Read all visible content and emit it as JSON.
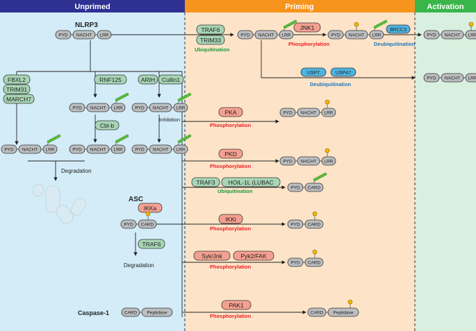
{
  "headers": {
    "unprimed": "Unprimed",
    "priming": "Priming",
    "activation": "Activation"
  },
  "colors": {
    "header_blue": "#2e3192",
    "header_orange": "#f7941d",
    "header_green": "#39b54a",
    "panel_blue": "#d3ecf8",
    "panel_orange": "#fde4c8",
    "panel_green": "#d9efdf",
    "green_pill": "#a8d5b5",
    "red_pill": "#f4a090",
    "blue_pill": "#4fb3e0",
    "domain_gray": "#bcbec0",
    "phos_red": "#ed1c24",
    "ubi_green": "#1a9a3a",
    "deubi_blue": "#1b75bc",
    "phosphate_gold": "#f7b500",
    "ubiquitin_green": "#5ec43d"
  },
  "labels": {
    "nlrp3": "NLRP3",
    "asc": "ASC",
    "caspase1": "Caspase-1",
    "pyd": "PYD",
    "nacht": "NACHT",
    "lrr": "LRR",
    "card": "CARD",
    "peptidase": "Peptidase",
    "degradation": "Degradation",
    "inhibition": "Inhibition",
    "ubiquitination": "Ubiquitination",
    "phosphorylation": "Phosphorylation",
    "deubiquitination": "Deubiquitination"
  },
  "regulators": {
    "fbxl2": "FBXL2",
    "trim31": "TRIM31",
    "march7": "MARCH7",
    "rnf125": "RNF125",
    "cblb": "Cbl-b",
    "arih": "ARIH",
    "cullin1": "Cullin1",
    "traf6": "TRAF6",
    "trim33": "TRIM33",
    "jnk1": "JNK1",
    "brcc3": "BRCC3",
    "usp7": "USP7",
    "usp47": "USP47",
    "pka": "PKA",
    "pkd": "PKD",
    "traf3": "TRAF3",
    "hoil": "HOIL-1L (LUBAC",
    "ikka": "IKKa",
    "traf6_asc": "TRAF6",
    "ikki": "IKKi",
    "sykjnk": "Syk/Jnk",
    "pyk2fak": "Pyk2/FAK",
    "pak1": "PAK1"
  }
}
